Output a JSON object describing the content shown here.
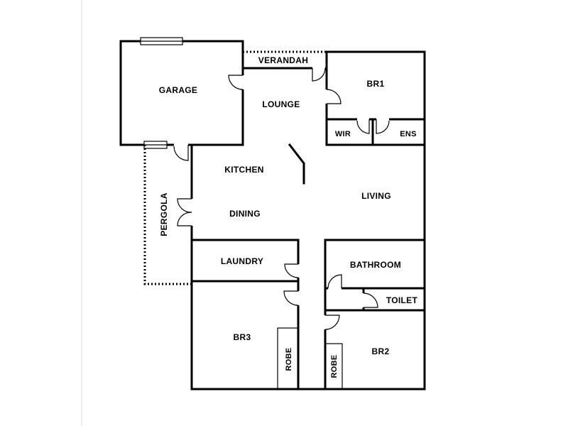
{
  "rooms": {
    "garage": "GARAGE",
    "verandah": "VERANDAH",
    "lounge": "LOUNGE",
    "br1": "BR1",
    "wir": "WIR",
    "ens": "ENS",
    "kitchen": "KITCHEN",
    "dining": "DINING",
    "living": "LIVING",
    "pergola": "PERGOLA",
    "laundry": "LAUNDRY",
    "bathroom": "BATHROOM",
    "toilet": "TOILET",
    "br3": "BR3",
    "robe_left": "ROBE",
    "robe_right": "ROBE",
    "br2": "BR2"
  }
}
